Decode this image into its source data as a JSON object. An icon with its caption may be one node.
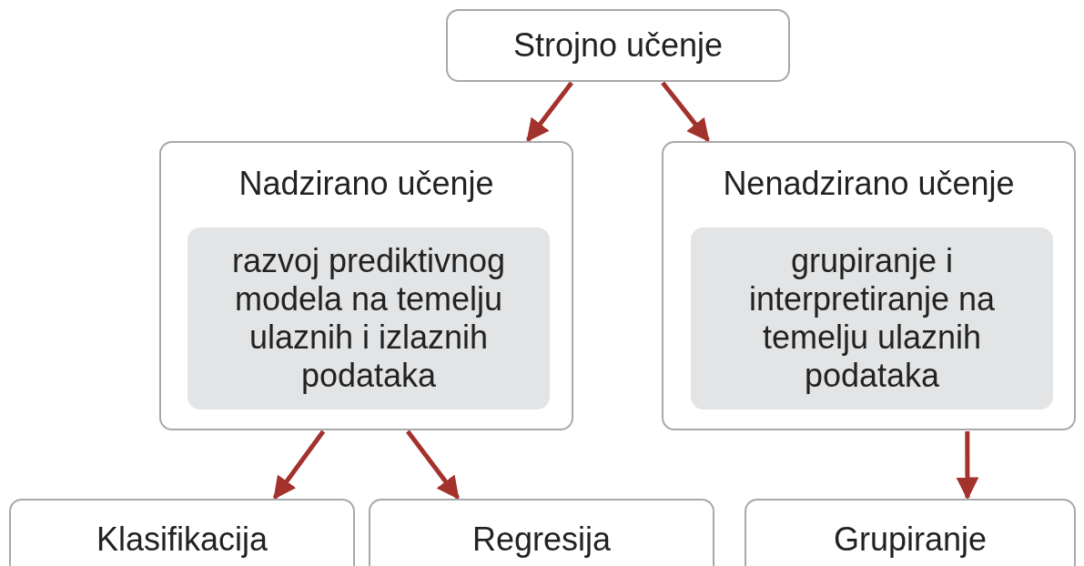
{
  "diagram": {
    "nodes": [
      {
        "text": [
          "Strojno učenje"
        ]
      },
      {
        "text": [
          "Nadzirano učenje"
        ]
      },
      {
        "text": [
          "razvoj prediktivnog modela na temelju ulaznih i izlaznih podataka"
        ],
        "in": 1
      },
      {
        "text": [
          "Nenadzirano učenje"
        ]
      },
      {
        "text": [
          "grupiranje i interpretiranje na temelju ulaznih podataka"
        ],
        "in": 3
      },
      {
        "text": [
          "Klasifikacija"
        ]
      },
      {
        "text": [
          "Regresija"
        ]
      },
      {
        "text": [
          "Grupiranje"
        ]
      }
    ],
    "edges": [
      {
        "from": 0,
        "to": 1,
        "arrow": "to"
      },
      {
        "from": 0,
        "to": 3,
        "arrow": "to"
      },
      {
        "from": 1,
        "to": 5,
        "arrow": "to"
      },
      {
        "from": 1,
        "to": 6,
        "arrow": "to"
      },
      {
        "from": 3,
        "to": 7,
        "arrow": "to"
      }
    ]
  }
}
